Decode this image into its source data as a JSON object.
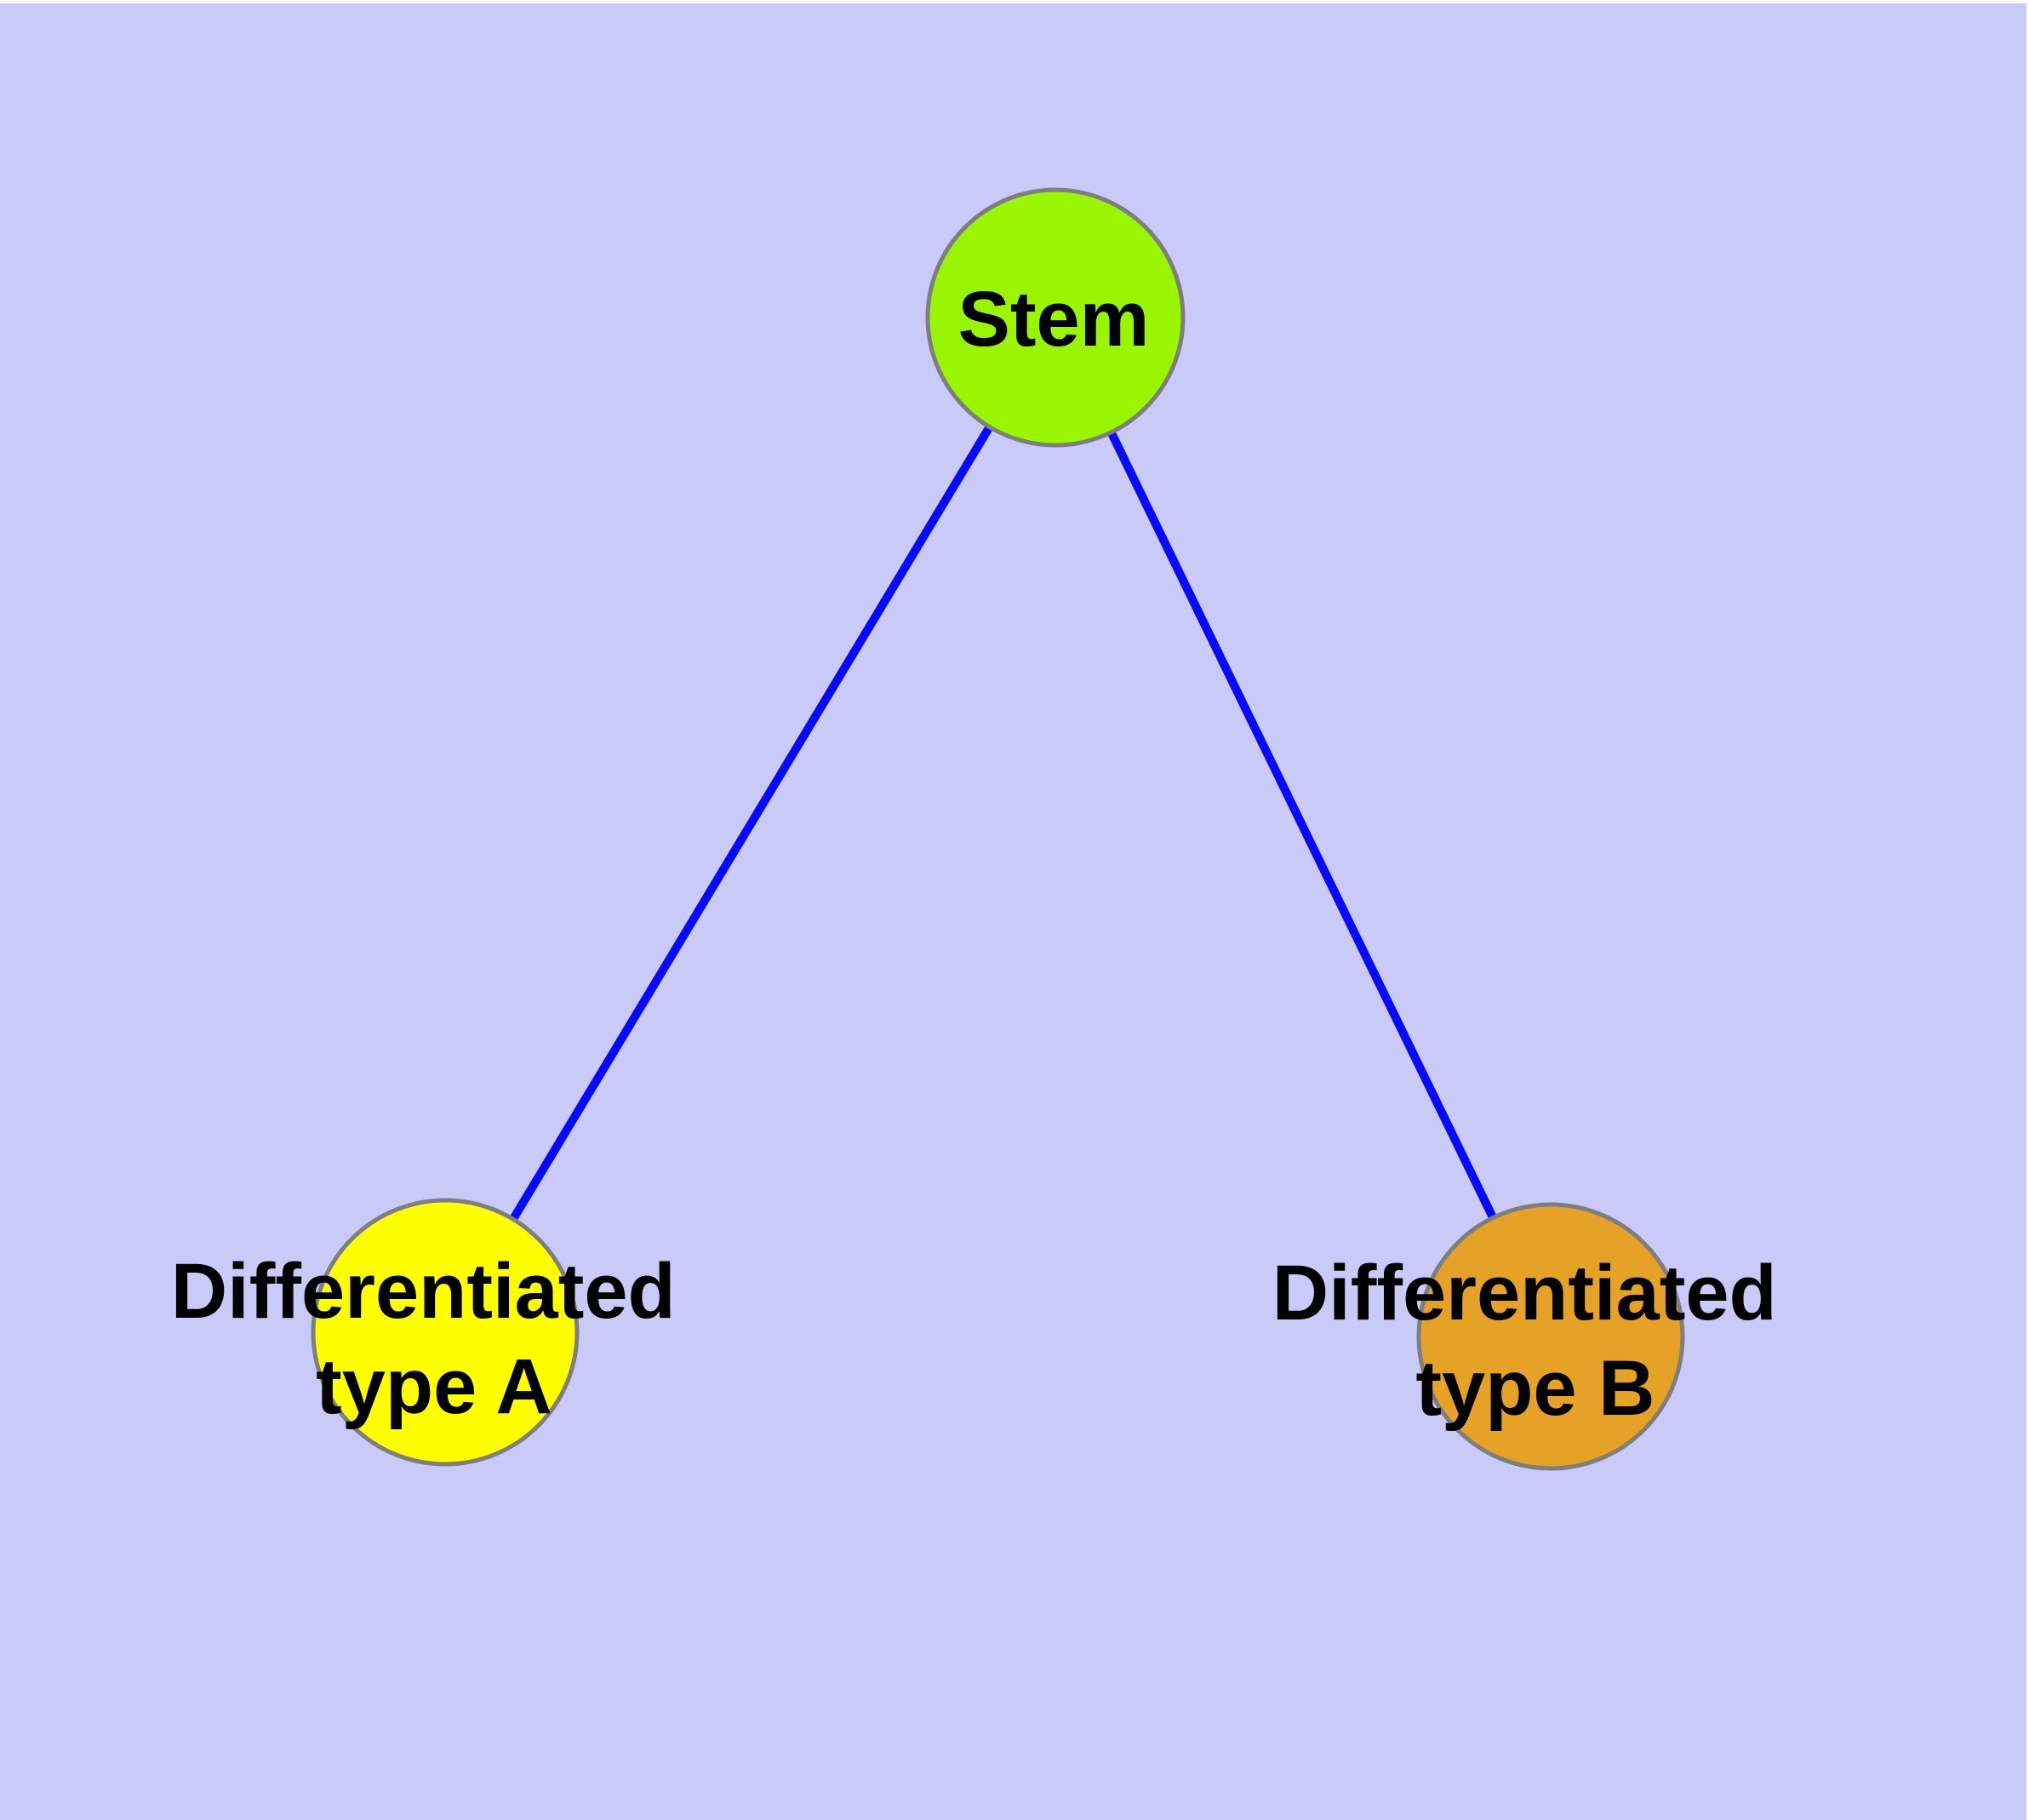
{
  "background": {
    "page_color": "#ffffff",
    "panel_color": "#cacaf9"
  },
  "diagram": {
    "type": "node-link-graph",
    "edge_color": "#0808fa",
    "node_border_color": "#7e7e7e",
    "label_color": "#000000",
    "nodes": [
      {
        "id": "stem",
        "label": "Stem",
        "label_lines": [
          "Stem"
        ],
        "fill": "#99f500"
      },
      {
        "id": "differentiated-type-a",
        "label": "Differentiated type A",
        "label_lines": [
          "Differentiated",
          "type A"
        ],
        "fill": "#ffff00"
      },
      {
        "id": "differentiated-type-b",
        "label": "Differentiated type B",
        "label_lines": [
          "Differentiated",
          "type B"
        ],
        "fill": "#e6a227"
      }
    ],
    "edges": [
      {
        "from": "stem",
        "to": "differentiated-type-a"
      },
      {
        "from": "stem",
        "to": "differentiated-type-b"
      }
    ]
  }
}
